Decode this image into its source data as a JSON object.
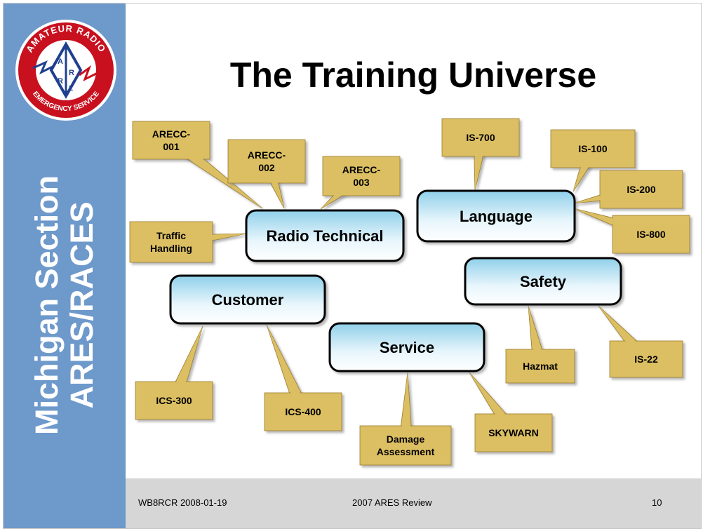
{
  "sidebar": {
    "title_line1": "Michigan Section",
    "title_line2": "ARES/RACES"
  },
  "logo": {
    "ring_top": "AMATEUR RADIO",
    "ring_bottom": "EMERGENCY SERVICE",
    "center_letters": [
      "A",
      "R",
      "R",
      "L"
    ]
  },
  "title": "The Training Universe",
  "hubs": [
    {
      "id": "radio",
      "label": "Radio Technical"
    },
    {
      "id": "language",
      "label": "Language"
    },
    {
      "id": "safety",
      "label": "Safety"
    },
    {
      "id": "customer",
      "label": "Customer"
    },
    {
      "id": "service",
      "label": "Service"
    }
  ],
  "callouts": [
    {
      "hub": "radio",
      "lines": [
        "ARECC-",
        "001"
      ]
    },
    {
      "hub": "radio",
      "lines": [
        "ARECC-",
        "002"
      ]
    },
    {
      "hub": "radio",
      "lines": [
        "ARECC-",
        "003"
      ]
    },
    {
      "hub": "radio",
      "lines": [
        "Traffic",
        "Handling"
      ]
    },
    {
      "hub": "language",
      "lines": [
        "IS-700"
      ]
    },
    {
      "hub": "language",
      "lines": [
        "IS-100"
      ]
    },
    {
      "hub": "language",
      "lines": [
        "IS-200"
      ]
    },
    {
      "hub": "language",
      "lines": [
        "IS-800"
      ]
    },
    {
      "hub": "safety",
      "lines": [
        "Hazmat"
      ]
    },
    {
      "hub": "safety",
      "lines": [
        "IS-22"
      ]
    },
    {
      "hub": "customer",
      "lines": [
        "ICS-300"
      ]
    },
    {
      "hub": "customer",
      "lines": [
        "ICS-400"
      ]
    },
    {
      "hub": "service",
      "lines": [
        "Damage",
        "Assessment"
      ]
    },
    {
      "hub": "service",
      "lines": [
        "SKYWARN"
      ]
    }
  ],
  "footer": {
    "left": "WB8RCR 2008-01-19",
    "center": "2007 ARES Review",
    "right": "10"
  },
  "colors": {
    "sidebar": "#6e99cb",
    "footer": "#d6d6d6",
    "callout_fill": "#dcbf63",
    "hub_gradient_top": "#8fd0ea"
  }
}
